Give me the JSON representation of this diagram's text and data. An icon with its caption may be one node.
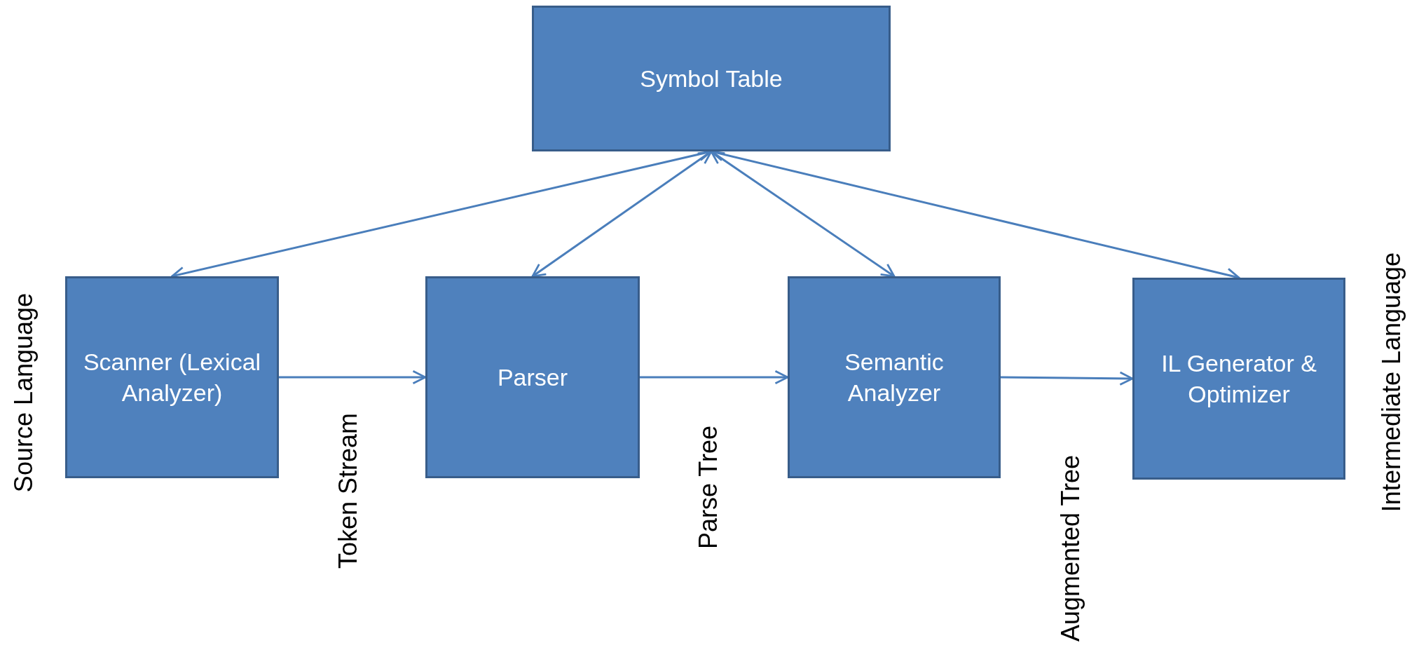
{
  "diagram": {
    "nodes": [
      {
        "text": [
          "Symbol Table"
        ]
      },
      {
        "text": [
          "Scanner (Lexical Analyzer)"
        ]
      },
      {
        "text": [
          "Parser"
        ]
      },
      {
        "text": [
          "Semantic Analyzer"
        ]
      },
      {
        "text": [
          "IL Generator & Optimizer"
        ]
      }
    ],
    "edges": [
      {
        "from": 0,
        "to": 1,
        "arrow": "both"
      },
      {
        "from": 0,
        "to": 2,
        "arrow": "both"
      },
      {
        "from": 0,
        "to": 3,
        "arrow": "both"
      },
      {
        "from": 0,
        "to": 4,
        "arrow": "both"
      },
      {
        "from": 1,
        "to": 2,
        "arrow": "to",
        "label": "Token Stream"
      },
      {
        "from": 2,
        "to": 3,
        "arrow": "to",
        "label": "Parse Tree"
      },
      {
        "from": 3,
        "to": 4,
        "arrow": "to",
        "label": "Augmented Tree"
      }
    ],
    "labels": [
      "Source Language",
      "Intermediate Language"
    ]
  }
}
